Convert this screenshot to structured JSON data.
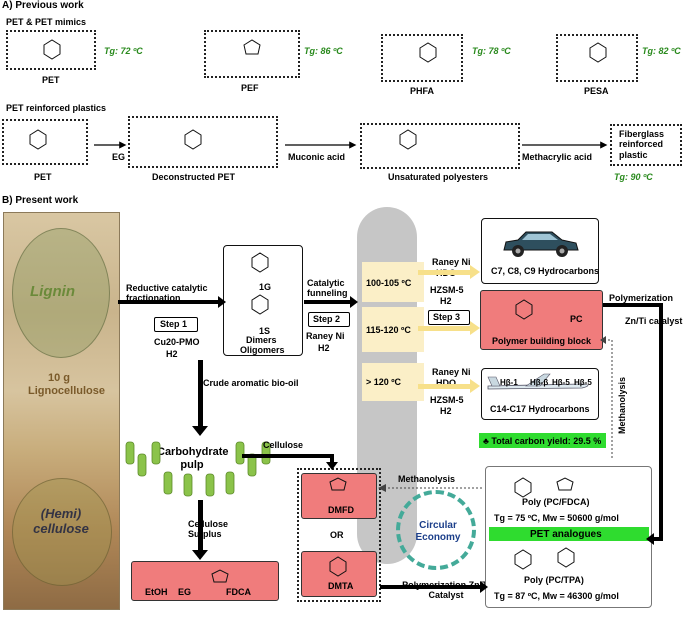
{
  "section_a": {
    "heading": "A) Previous work",
    "pet_mimics_label": "PET & PET mimics",
    "polymers": [
      {
        "name": "PET",
        "tg": "Tg: 72 ºC"
      },
      {
        "name": "PEF",
        "tg": "Tg: 86 ºC"
      },
      {
        "name": "PHFA",
        "tg": "Tg: 78 ºC"
      },
      {
        "name": "PESA",
        "tg": "Tg: 82 ºC"
      }
    ],
    "reinforced_label": "PET reinforced plastics",
    "pet2": "PET",
    "eg": "EG",
    "deconstructed": "Deconstructed PET",
    "muconic": "Muconic acid",
    "unsaturated": "Unsaturated polyesters",
    "methacrylic": "Methacrylic acid",
    "fiberglass": "Fiberglass reinforced plastic",
    "fiberglass_tg": "Tg: 90 ºC"
  },
  "section_b": {
    "heading": "B) Present work",
    "lignin": "Lignin",
    "lignocellulose": "10 g Lignocellulose",
    "hemicellulose": "(Hemi) cellulose",
    "rcf": "Reductive catalytic fractionation",
    "step1": "Step 1",
    "cu20": "Cu20-PMO",
    "h2a": "H2",
    "g1": "1G",
    "s1": "1S",
    "dimers": "Dimers",
    "oligomers": "Oligomers",
    "catalytic_funneling": "Catalytic funneling",
    "step2": "Step 2",
    "raney_ni_a": "Raney Ni",
    "h2b": "H2",
    "crude": "Crude aromatic bio-oil",
    "temp1": "100-105 ºC",
    "temp2": "115-120 ºC",
    "temp3": "> 120 ºC",
    "cond1": [
      "Raney Ni",
      "HDO",
      "HZSM-5",
      "H2"
    ],
    "cond3": [
      "Raney Ni",
      "HDO",
      "HZSM-5",
      "H2"
    ],
    "step3": "Step 3",
    "c7": "C7, C8, C9 Hydrocarbons",
    "pc": "PC",
    "building_block": "Polymer building block",
    "c14": "C14-C17 Hydrocarbons",
    "beta_labels": [
      "Hβ-1",
      "Hβ-β",
      "Hβ-5",
      "Hβ-5"
    ],
    "total_yield": "♣ Total carbon yield: 29.5 %",
    "polymerization": "Polymerization",
    "zn_ti": "Zn/Ti catalyst",
    "methanolysis_v": "Methanolysis",
    "carbohydrate": "Carbohydrate pulp",
    "cellulose": "Cellulose",
    "cellulose_surplus": "Cellulose Surplus",
    "etoh": "EtOH",
    "eg2": "EG",
    "fdca": "FDCA",
    "dmfd": "DMFD",
    "or": "OR",
    "dmta": "DMTA",
    "methanolysis_h": "Methanolysis",
    "circular": "Circular Economy",
    "poly_zn": "Polymerization Zn/Ti Catalyst",
    "poly_fdca": "Poly (PC/FDCA)",
    "poly_fdca_tg": "Tg = 75 ºC, Mw = 50600 g/mol",
    "pet_analogues": "PET analogues",
    "poly_tpa": "Poly (PC/TPA)",
    "poly_tpa_tg": "Tg = 87 ºC, Mw = 46300 g/mol"
  }
}
